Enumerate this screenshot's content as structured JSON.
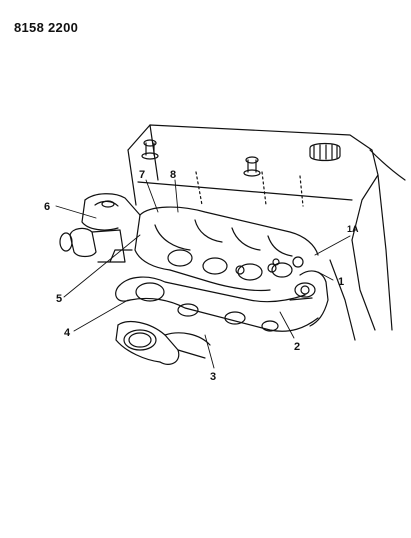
{
  "document": {
    "code": "8158 2200"
  },
  "callouts": {
    "c1": "1",
    "c1a": "1A",
    "c2": "2",
    "c3": "3",
    "c4": "4",
    "c5": "5",
    "c6": "6",
    "c7": "7",
    "c8": "8"
  },
  "colors": {
    "ink": "#111111",
    "paper": "#ffffff"
  }
}
